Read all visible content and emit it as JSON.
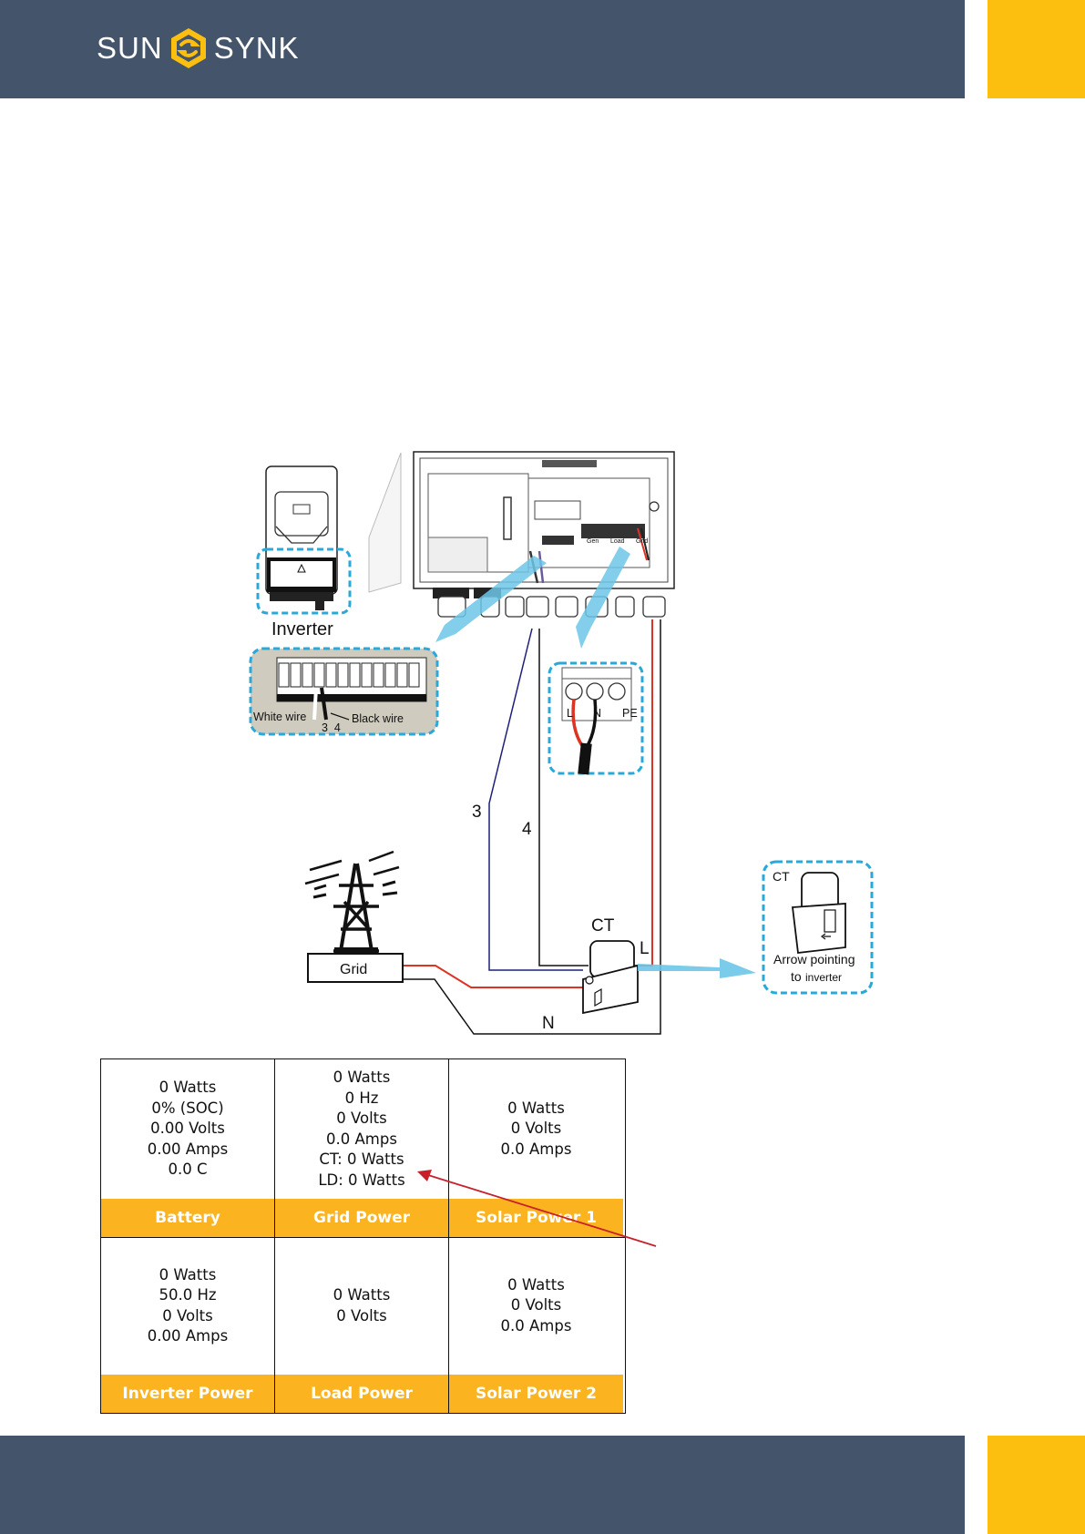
{
  "brand": {
    "left": "SUN",
    "right": "SYNK",
    "primary_color": "#44546a",
    "accent_color": "#fdbf0f"
  },
  "diagram": {
    "inverter_label": "Inverter",
    "white_wire_label": "White wire",
    "black_wire_label": "Black wire",
    "pin_labels": "3  4",
    "terminal_l": "L",
    "terminal_n": "N",
    "terminal_pe": "PE",
    "wire_3": "3",
    "wire_4": "4",
    "ct_label": "CT",
    "l_label": "L",
    "n_label": "N",
    "grid_label": "Grid",
    "ct_detail_label": "CT",
    "arrow_note_line1": "Arrow pointing",
    "arrow_note_line2_a": "to",
    "arrow_note_line2_b": "inverter",
    "terminal_block": {
      "gen": "Gen",
      "load": "Load",
      "grid": "Grid"
    }
  },
  "stats": [
    {
      "label": "Battery",
      "lines": [
        "0 Watts",
        "0% (SOC)",
        "0.00 Volts",
        "0.00 Amps",
        "0.0 C"
      ]
    },
    {
      "label": "Grid Power",
      "lines": [
        "0 Watts",
        "0 Hz",
        "0 Volts",
        "0.0 Amps",
        "CT: 0 Watts",
        "LD: 0 Watts"
      ]
    },
    {
      "label": "Solar Power 1",
      "lines": [
        "0 Watts",
        "0 Volts",
        "0.0 Amps"
      ]
    },
    {
      "label": "Inverter Power",
      "lines": [
        "0 Watts",
        "50.0 Hz",
        "0 Volts",
        "0.00 Amps"
      ]
    },
    {
      "label": "Load Power",
      "lines": [
        "0 Watts",
        "0 Volts"
      ]
    },
    {
      "label": "Solar Power 2",
      "lines": [
        "0 Watts",
        "0 Volts",
        "0.0 Amps"
      ]
    }
  ]
}
